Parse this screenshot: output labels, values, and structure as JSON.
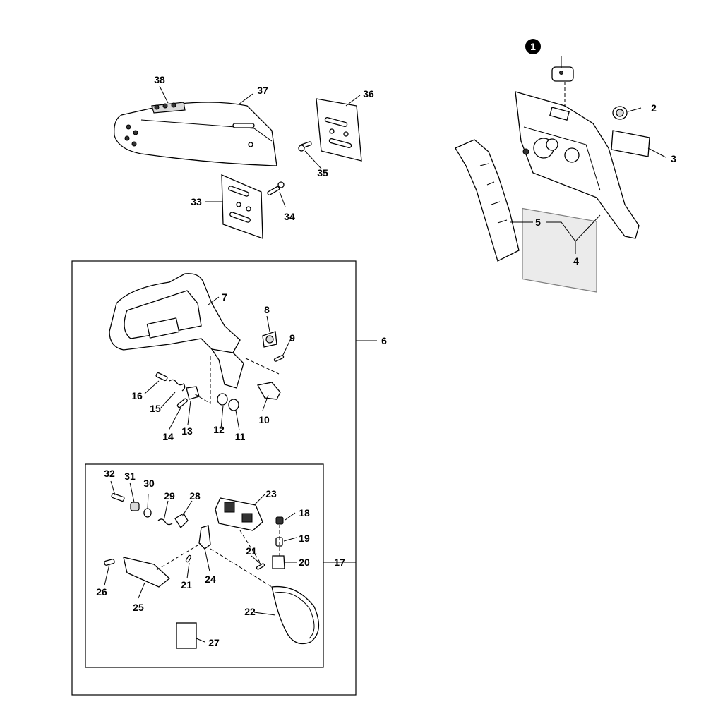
{
  "callouts": {
    "n1": "1",
    "n2": "2",
    "n3": "3",
    "n4": "4",
    "n5": "5",
    "n6": "6",
    "n7": "7",
    "n8": "8",
    "n9": "9",
    "n10": "10",
    "n11": "11",
    "n12": "12",
    "n13": "13",
    "n14": "14",
    "n15": "15",
    "n16": "16",
    "n17": "17",
    "n18": "18",
    "n19": "19",
    "n20": "20",
    "n21a": "21",
    "n21b": "21",
    "n22": "22",
    "n23": "23",
    "n24": "24",
    "n25": "25",
    "n26": "26",
    "n27": "27",
    "n28": "28",
    "n29": "29",
    "n30": "30",
    "n31": "31",
    "n32": "32",
    "n33": "33",
    "n34": "34",
    "n35": "35",
    "n36": "36",
    "n37": "37",
    "n38": "38"
  }
}
